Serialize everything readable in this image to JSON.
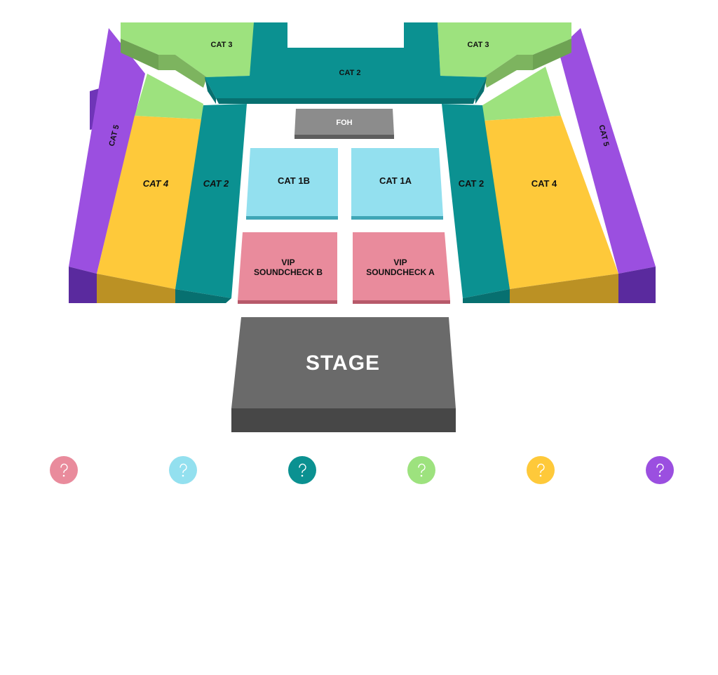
{
  "sections": {
    "cat3_left": "CAT 3",
    "cat3_right": "CAT 3",
    "cat2_top": "CAT 2",
    "cat2_left": "CAT 2",
    "cat2_right": "CAT 2",
    "cat4_left": "CAT 4",
    "cat4_right": "CAT 4",
    "cat5_left": "CAT 5",
    "cat5_right": "CAT 5",
    "foh": "FOH",
    "cat1b": "CAT 1B",
    "cat1a": "CAT 1A",
    "vip_b_line1": "VIP",
    "vip_b_line2": "SOUNDCHECK B",
    "vip_a_line1": "VIP",
    "vip_a_line2": "SOUNDCHECK A",
    "stage": "STAGE"
  },
  "colors": {
    "vip": "#E98B9C",
    "cat1": "#93E0EF",
    "cat2": "#0B9191",
    "cat3": "#9DE27E",
    "cat4": "#FEC93A",
    "cat5": "#9B4FE0",
    "foh": "#8C8C8C",
    "stage": "#6A6A6A"
  },
  "legend": [
    {
      "key": "vip",
      "icon": "info-icon",
      "text": ""
    },
    {
      "key": "cat1",
      "icon": "info-icon",
      "text": ""
    },
    {
      "key": "cat2",
      "icon": "info-icon",
      "text": ""
    },
    {
      "key": "cat3",
      "icon": "info-icon",
      "text": ""
    },
    {
      "key": "cat4",
      "icon": "info-icon",
      "text": ""
    },
    {
      "key": "cat5",
      "icon": "info-icon",
      "text": ""
    }
  ],
  "notes": ""
}
